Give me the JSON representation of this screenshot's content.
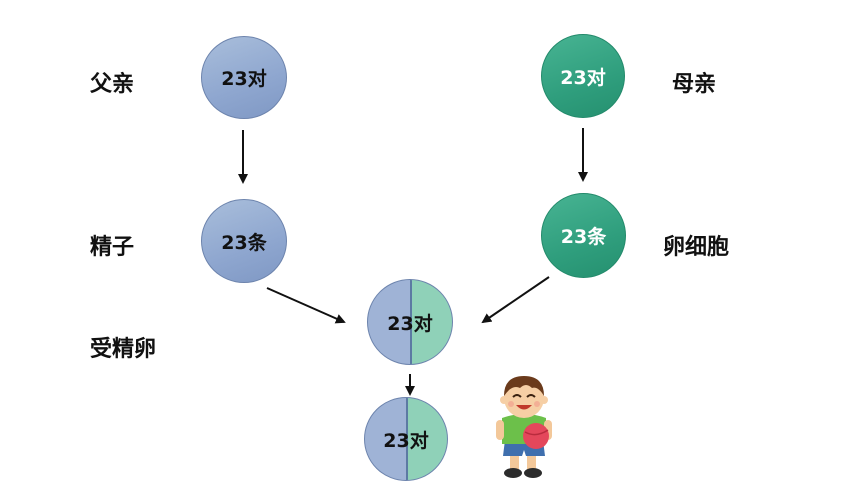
{
  "labels": {
    "father": "父亲",
    "mother": "母亲",
    "sperm": "精子",
    "egg": "卵细胞",
    "zygote": "受精卵"
  },
  "nodes": {
    "father_cell": "23对",
    "mother_cell": "23对",
    "sperm_cell": "23条",
    "egg_cell": "23条",
    "zygote_cell": "23对",
    "child_cell": "23对"
  },
  "icons": {
    "child_figure": "boy-holding-ball-icon"
  },
  "colors": {
    "paternal_blue": "#8ea6cf",
    "maternal_green": "#2f9e7d",
    "split_left": "#9fb3d6",
    "split_right": "#8fd1b8"
  }
}
